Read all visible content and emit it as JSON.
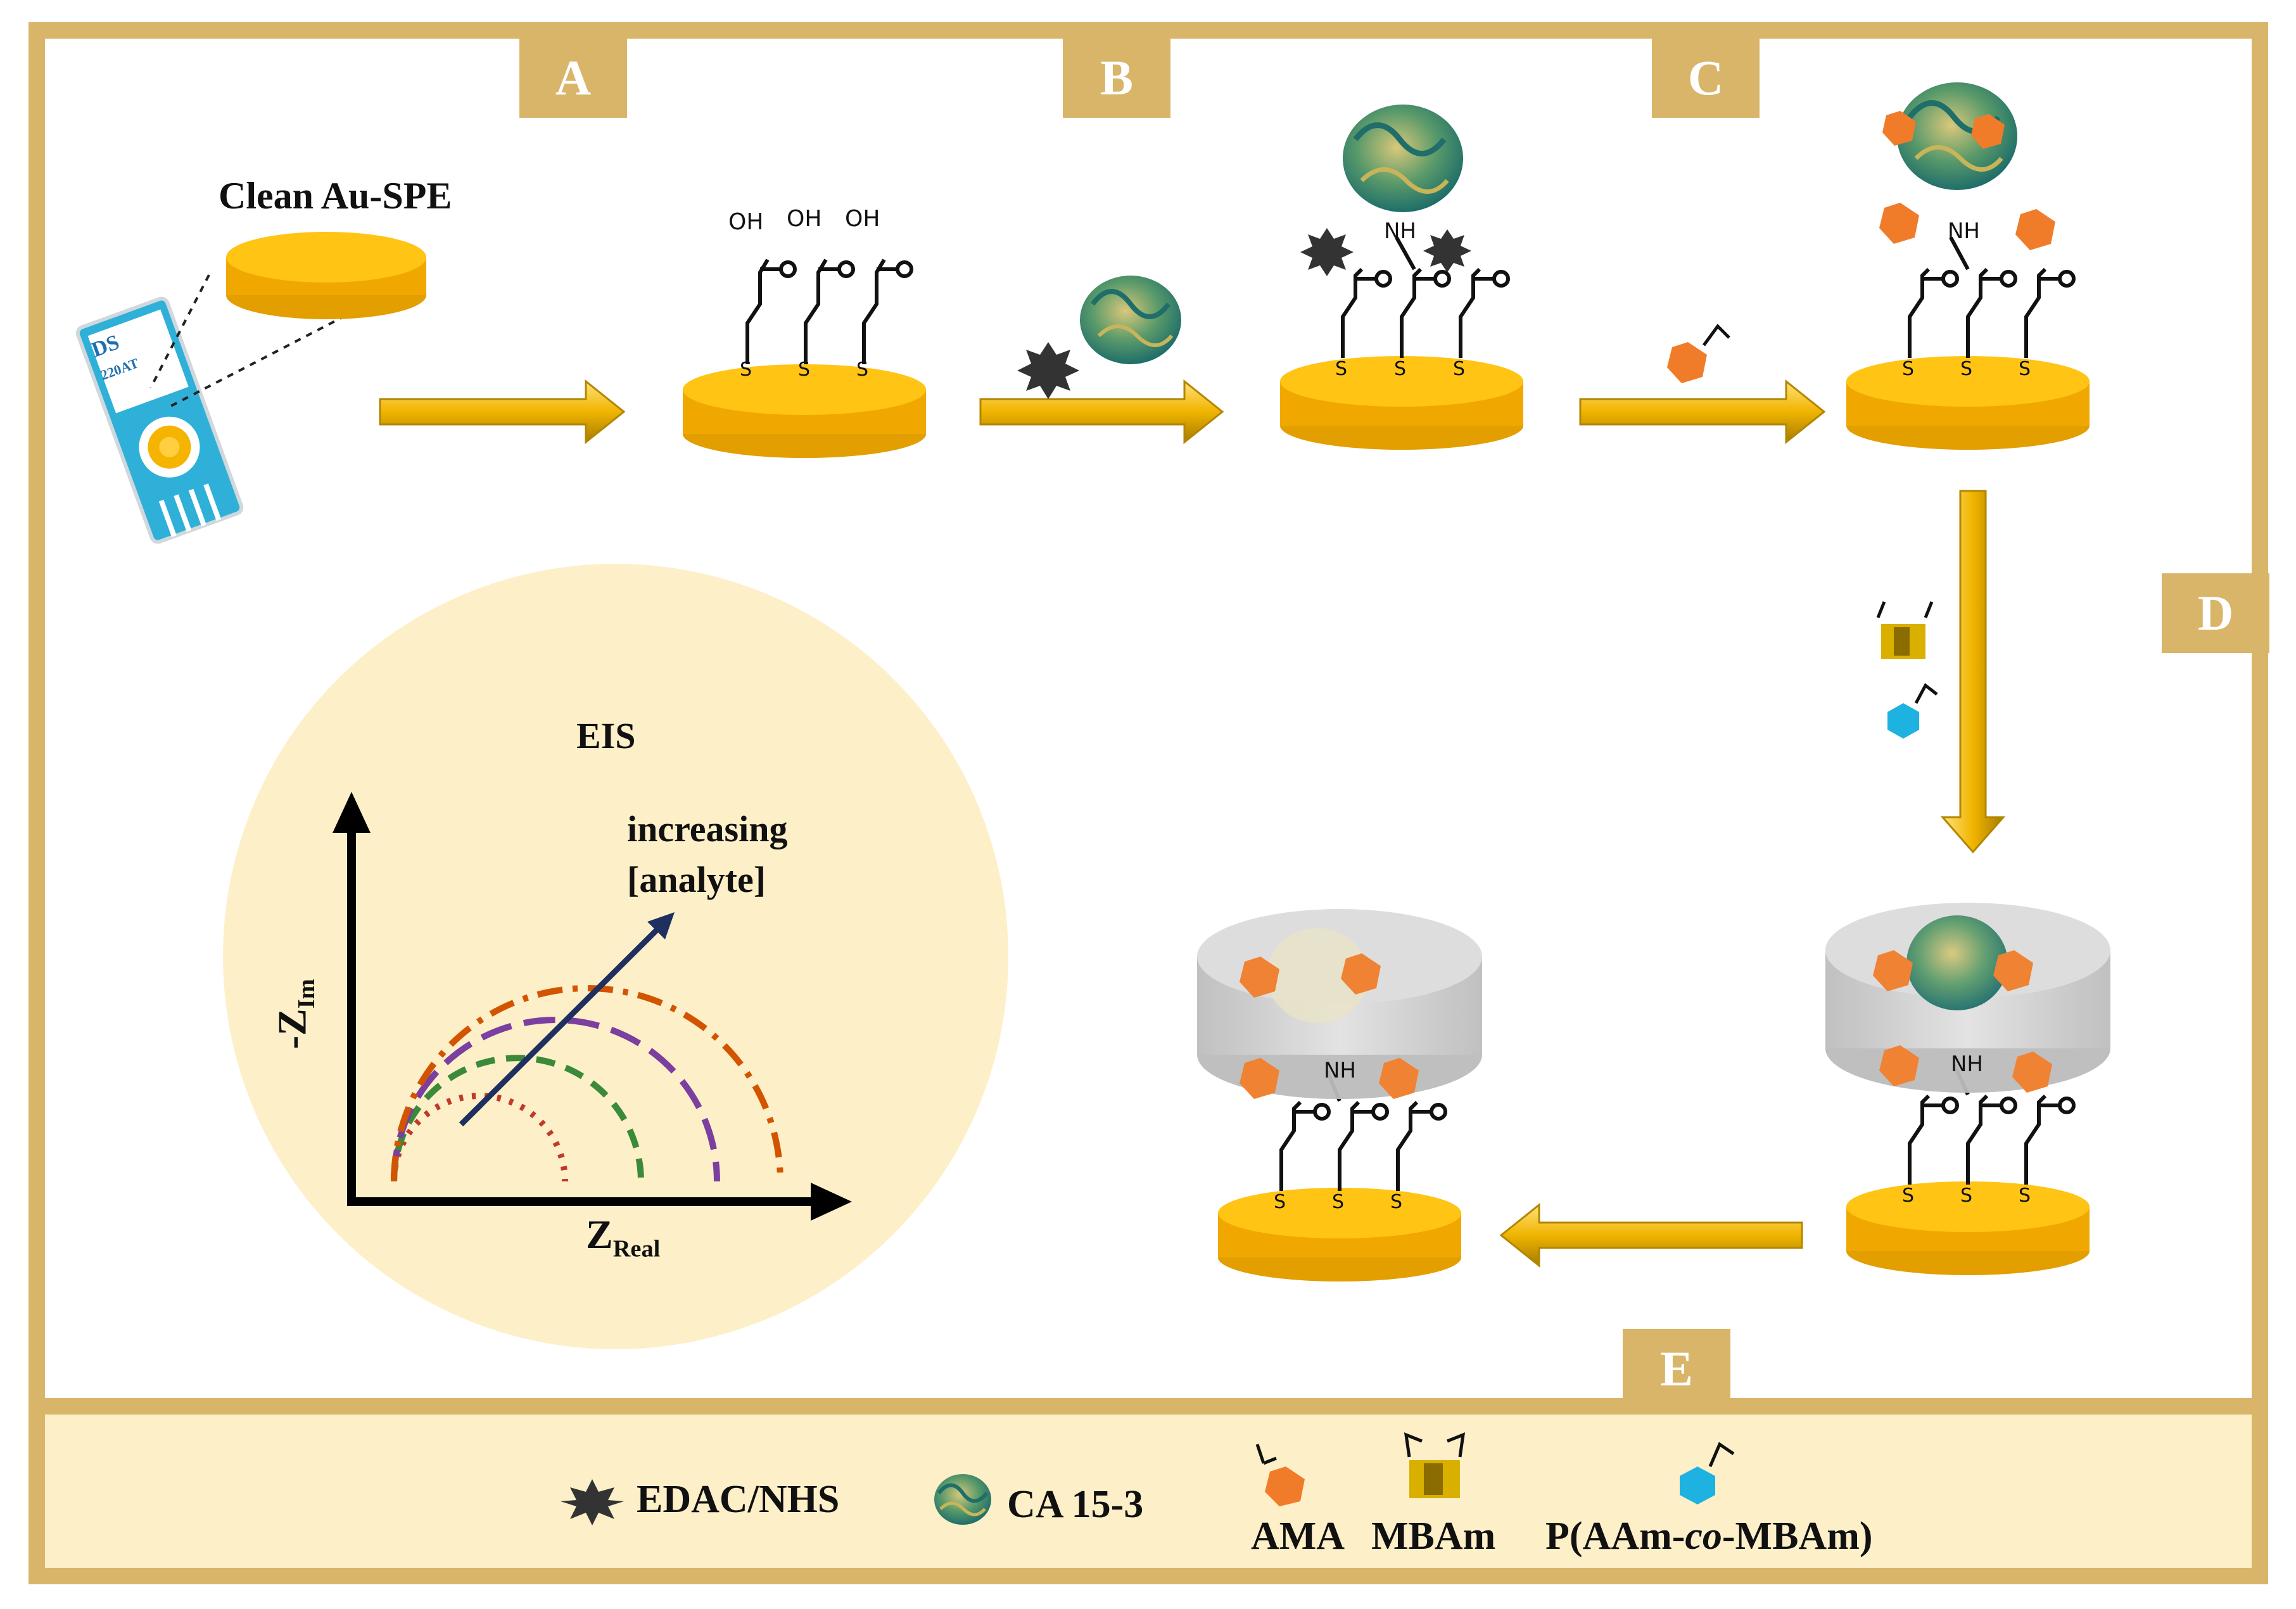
{
  "steps": {
    "a": "A",
    "b": "B",
    "c": "C",
    "d": "D",
    "e": "E"
  },
  "electrode": {
    "title": "Clean Au-SPE",
    "chip_brand": "DS",
    "chip_model": "220AT"
  },
  "chemistry": {
    "hydroxyl": "OH",
    "sulfur": "S",
    "amine": "NH"
  },
  "eis": {
    "title": "EIS",
    "trend_label_line1": "increasing",
    "trend_label_line2": "[analyte]",
    "y_label_main": "-Z",
    "y_label_sub": "Im",
    "x_label_main": "Z",
    "x_label_sub": "Real",
    "curve_colors": [
      "#c0392b",
      "#3a8a3a",
      "#7b3fa0",
      "#d35400"
    ]
  },
  "legend": {
    "edac": "EDAC/NHS",
    "ca153": "CA 15-3",
    "ama": "AMA",
    "mbam": "MBAm",
    "paam_prefix": "P(AAm-",
    "paam_italic": "co",
    "paam_suffix": "-MBAm)"
  },
  "colors": {
    "frame": "#d9b56a",
    "gold": "#f5b400",
    "gold_dark": "#e39e00",
    "eis_circle": "#fdefc8",
    "legend_bg": "#fdefc8",
    "monomer": "#f07c2a",
    "crosslinker_cube": "#d9b000",
    "polymer_hex": "#1eb2e0",
    "gel_gray": "#d0d0d0"
  }
}
